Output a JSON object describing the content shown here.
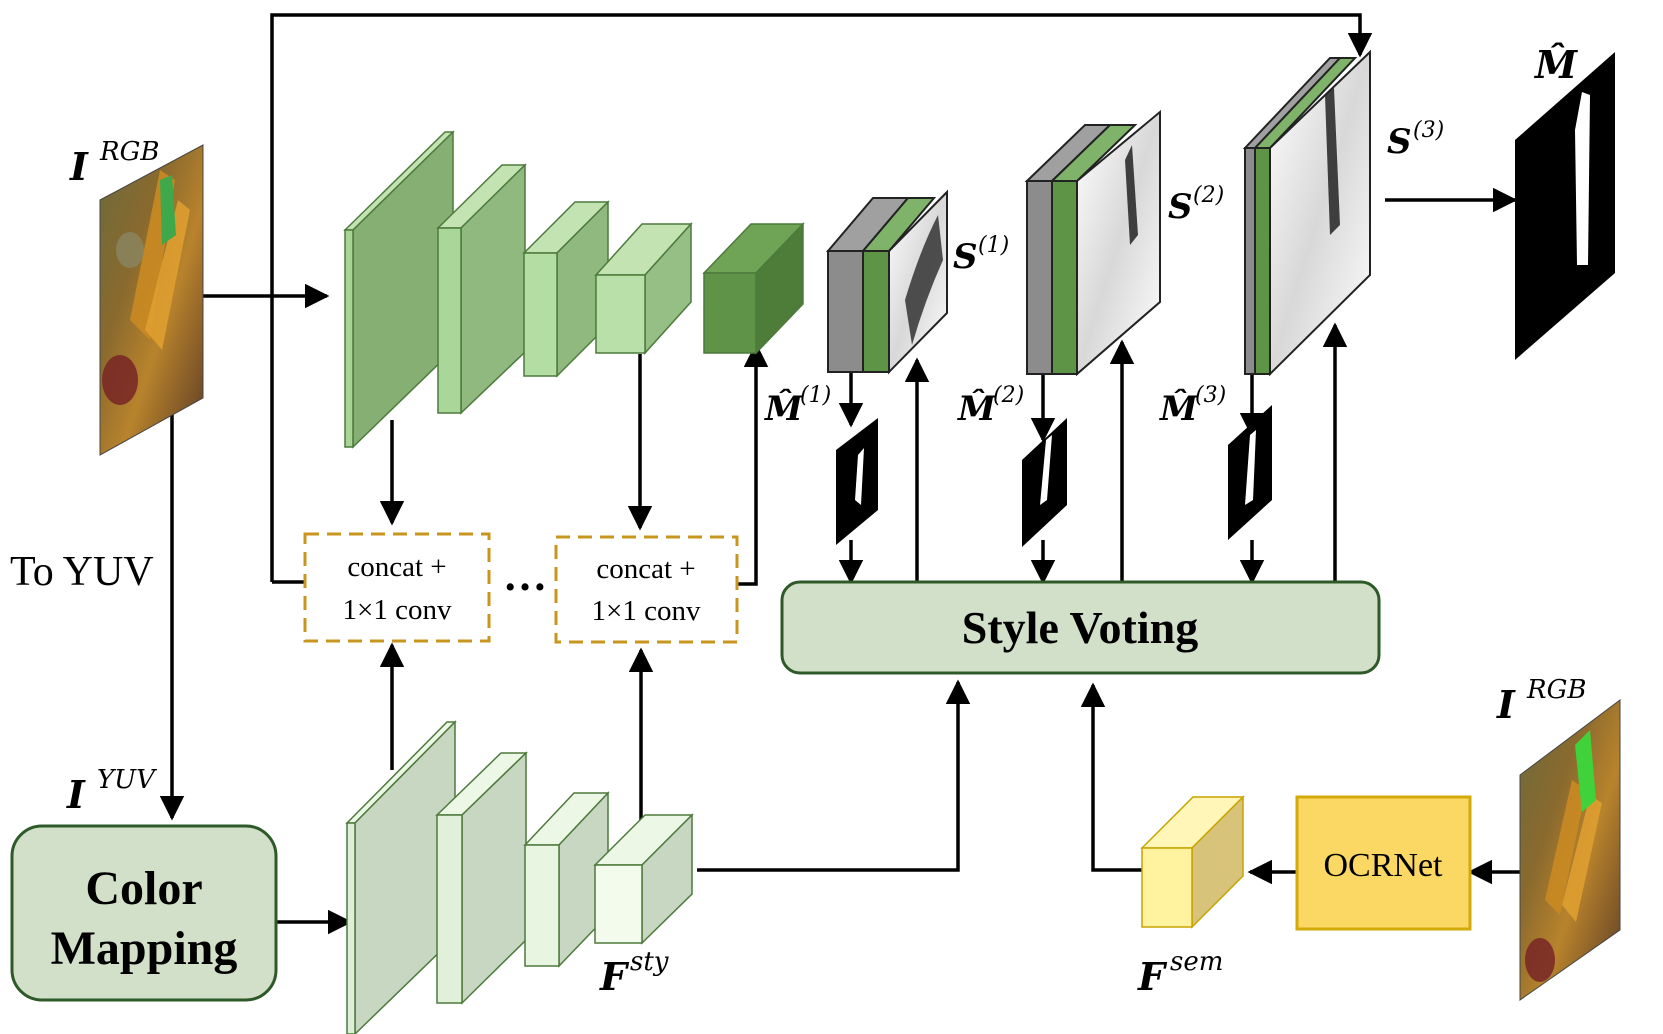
{
  "labels": {
    "to_yuv": "To YUV",
    "color_mapping_line1": "Color",
    "color_mapping_line2": "Mapping",
    "style_voting": "Style Voting",
    "ocrnet": "OCRNet",
    "concat_line1": "concat +",
    "concat_line2": "1×1 conv",
    "ellipsis": "…"
  },
  "math": {
    "I_rgb": {
      "base": "I",
      "sup": "RGB"
    },
    "I_yuv": {
      "base": "I",
      "sup": "YUV"
    },
    "F_sty": {
      "base": "F",
      "sup": "sty"
    },
    "F_sem": {
      "base": "F",
      "sup": "sem"
    },
    "M_hat": {
      "base": "M̂",
      "sup": ""
    },
    "M1": {
      "base": "M̂",
      "sup": "(1)"
    },
    "M2": {
      "base": "M̂",
      "sup": "(2)"
    },
    "M3": {
      "base": "M̂",
      "sup": "(3)"
    },
    "S1": {
      "base": "S",
      "sup": "(1)"
    },
    "S2": {
      "base": "S",
      "sup": "(2)"
    },
    "S3": {
      "base": "S",
      "sup": "(3)"
    }
  },
  "colors": {
    "encoder_front": "#9fc690",
    "encoder_side": "#86b073",
    "encoder_light": "#c3e3b2",
    "encoder_dark": "#5f9448",
    "style_front": "#c8d7c2",
    "style_light": "#ecf7e6",
    "concat_border": "#c8961e",
    "voting_fill": "#d3e0c9",
    "voting_border": "#2e5a2a",
    "ocr_fill": "#fbd864",
    "ocr_border": "#d4a90a",
    "sem_fill": "#fff3a0",
    "gray_layer": "#8c8c8c",
    "green_layer": "#5e9445"
  }
}
